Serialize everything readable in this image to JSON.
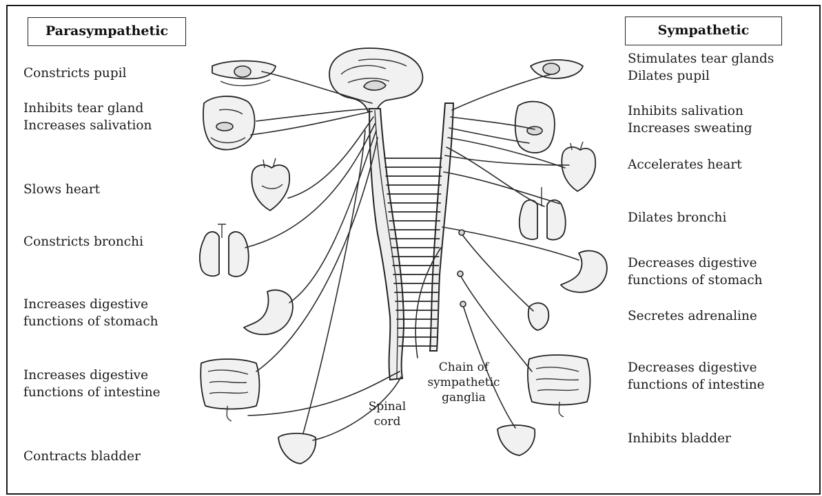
{
  "parasympathetic": {
    "title": "Parasympathetic",
    "effects": [
      {
        "lines": [
          "Constricts pupil"
        ]
      },
      {
        "lines": [
          "Inhibits tear gland",
          "Increases salivation"
        ]
      },
      {
        "lines": [
          "Slows heart"
        ]
      },
      {
        "lines": [
          "Constricts bronchi"
        ]
      },
      {
        "lines": [
          "Increases digestive",
          "functions of stomach"
        ]
      },
      {
        "lines": [
          "Increases digestive",
          "functions of intestine"
        ]
      },
      {
        "lines": [
          "Contracts bladder"
        ]
      }
    ]
  },
  "sympathetic": {
    "title": "Sympathetic",
    "effects": [
      {
        "lines": [
          "Stimulates tear glands",
          "Dilates pupil"
        ]
      },
      {
        "lines": [
          "Inhibits salivation",
          "Increases sweating"
        ]
      },
      {
        "lines": [
          "Accelerates heart"
        ]
      },
      {
        "lines": [
          "Dilates bronchi"
        ]
      },
      {
        "lines": [
          "Decreases digestive",
          "functions of stomach"
        ]
      },
      {
        "lines": [
          "Secretes adrenaline"
        ]
      },
      {
        "lines": [
          "Decreases digestive",
          "functions of intestine"
        ]
      },
      {
        "lines": [
          "Inhibits bladder"
        ]
      }
    ]
  },
  "center_labels": {
    "spinal_cord": [
      "Spinal",
      "cord"
    ],
    "ganglia": [
      "Chain of",
      "sympathetic",
      "ganglia"
    ]
  }
}
